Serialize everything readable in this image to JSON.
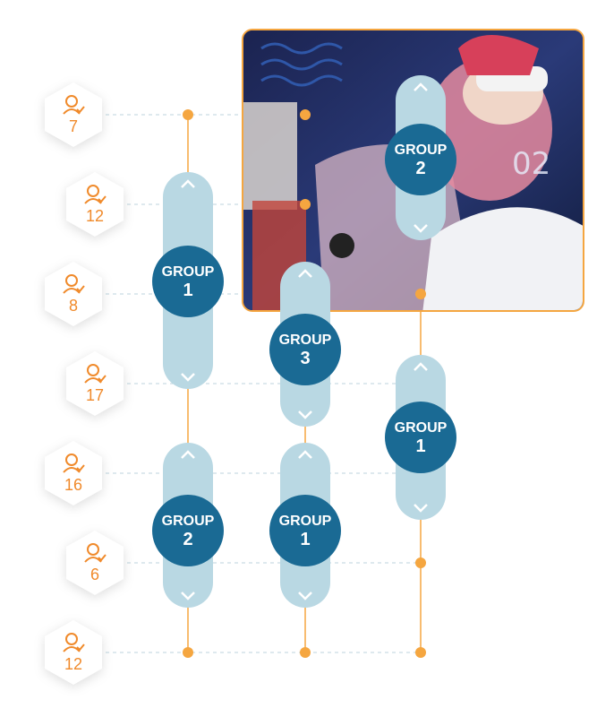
{
  "people_rows": [
    {
      "count": "7"
    },
    {
      "count": "12"
    },
    {
      "count": "8"
    },
    {
      "count": "17"
    },
    {
      "count": "16"
    },
    {
      "count": "6"
    },
    {
      "count": "12"
    }
  ],
  "sliders": [
    {
      "label": "GROUP",
      "number": "1"
    },
    {
      "label": "GROUP",
      "number": "2"
    },
    {
      "label": "GROUP",
      "number": "3"
    },
    {
      "label": "GROUP",
      "number": "1"
    },
    {
      "label": "GROUP",
      "number": "2"
    },
    {
      "label": "GROUP",
      "number": "1"
    }
  ],
  "photo": {
    "description_icon": "vr-headset-photo"
  },
  "colors": {
    "accent_orange": "#f5a640",
    "knob_blue": "#1a6a94",
    "track_blue": "#b9d8e3",
    "icon_orange": "#f08a2b",
    "grid_line": "#bcd3dc"
  }
}
